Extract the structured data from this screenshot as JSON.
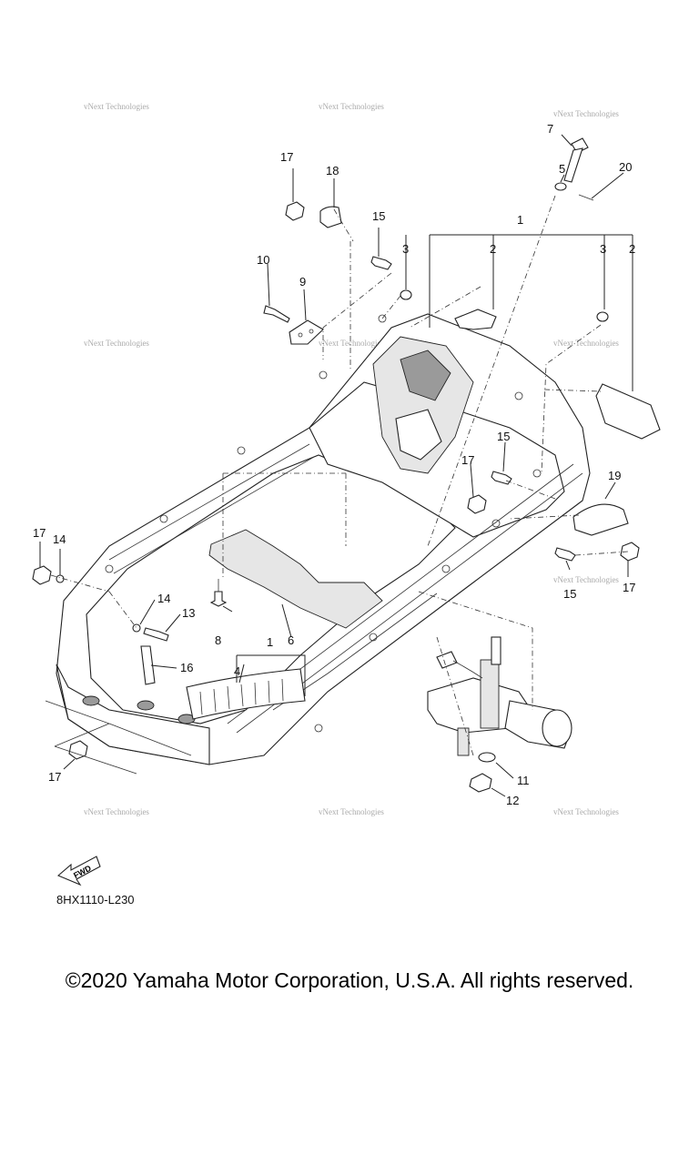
{
  "callouts": {
    "c1a": "1",
    "c1b": "1",
    "c2a": "2",
    "c2b": "2",
    "c3a": "3",
    "c3b": "3",
    "c4": "4",
    "c5": "5",
    "c6": "6",
    "c7": "7",
    "c8": "8",
    "c9": "9",
    "c10": "10",
    "c11": "11",
    "c12": "12",
    "c13": "13",
    "c14a": "14",
    "c14b": "14",
    "c15a": "15",
    "c15b": "15",
    "c15c": "15",
    "c16": "16",
    "c17a": "17",
    "c17b": "17",
    "c17c": "17",
    "c17d": "17",
    "c17e": "17",
    "c18": "18",
    "c19": "19",
    "c20": "20"
  },
  "watermark": {
    "line1": "vNext Technologies"
  },
  "fwd_label": "FWD",
  "diagram_code": "8HX1110-L230",
  "copyright": "©2020 Yamaha Motor Corporation, U.S.A. All rights reserved."
}
